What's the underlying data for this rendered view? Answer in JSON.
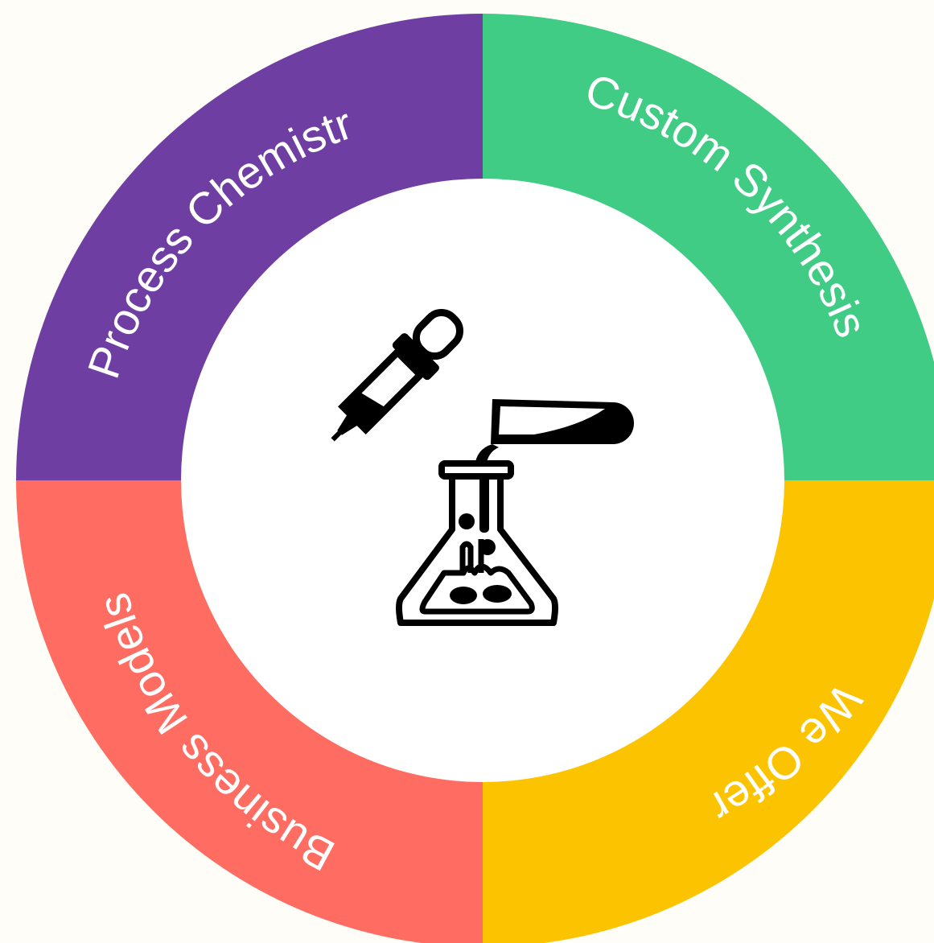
{
  "wheel": {
    "segments": [
      {
        "label": "Process Chemistry",
        "color": "#6f3ea3"
      },
      {
        "label": "Custom Synthesis",
        "color": "#41cc85"
      },
      {
        "label": "We Offer",
        "color": "#fcc400"
      },
      {
        "label": "Business Models",
        "color": "#ff6d62"
      }
    ],
    "center_color": "#ffffff",
    "center_icon": "chemistry-lab-icon"
  }
}
